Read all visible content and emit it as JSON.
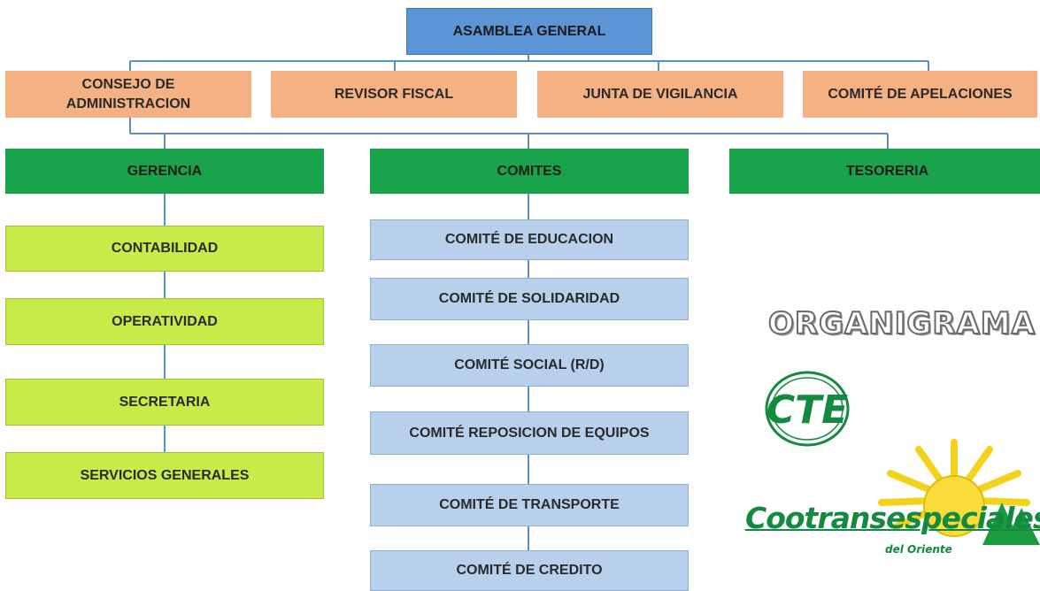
{
  "top": {
    "label": "ASAMBLEA GENERAL"
  },
  "governance": [
    {
      "label": "CONSEJO DE ADMINISTRACION"
    },
    {
      "label": "REVISOR FISCAL"
    },
    {
      "label": "JUNTA DE VIGILANCIA"
    },
    {
      "label": "COMITÉ DE APELACIONES"
    }
  ],
  "departments": [
    {
      "label": "GERENCIA"
    },
    {
      "label": "COMITES"
    },
    {
      "label": "TESORERIA"
    }
  ],
  "gerencia_units": [
    {
      "label": "CONTABILIDAD"
    },
    {
      "label": "OPERATIVIDAD"
    },
    {
      "label": "SECRETARIA"
    },
    {
      "label": "SERVICIOS GENERALES"
    }
  ],
  "committees": [
    {
      "label": "COMITÉ DE EDUCACION"
    },
    {
      "label": "COMITÉ DE SOLIDARIDAD"
    },
    {
      "label": "COMITÉ SOCIAL (R/D)"
    },
    {
      "label": "COMITÉ REPOSICION DE EQUIPOS"
    },
    {
      "label": "COMITÉ DE TRANSPORTE"
    },
    {
      "label": "COMITÉ DE CREDITO"
    }
  ],
  "side": {
    "title": "ORGANIGRAMA",
    "logo_monogram": "CTE",
    "brand": "Cootransespeciales",
    "brand_sub": "del Oriente"
  },
  "colors": {
    "top": "#5b95d5",
    "governance": "#f4b183",
    "departments": "#19a44c",
    "gerencia_units": "#c8ec47",
    "committees": "#b8d0ec",
    "connectors": "#5b8fc9",
    "brand_green": "#138a3f",
    "sun_yellow": "#f2d21a"
  }
}
